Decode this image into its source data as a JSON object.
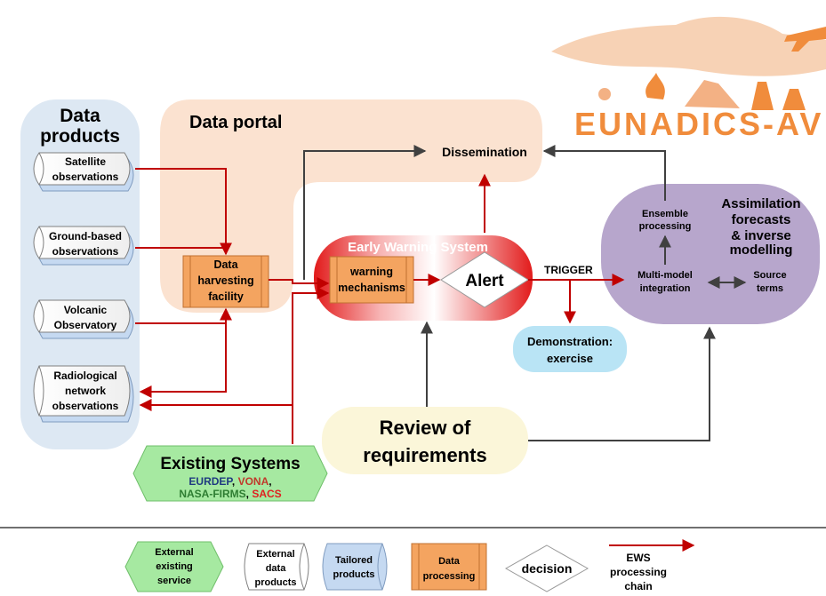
{
  "logo": {
    "text": "EUNADICS-AV"
  },
  "data_products": {
    "title_line1": "Data",
    "title_line2": "products",
    "items": [
      {
        "lines": [
          "Satellite",
          "observations"
        ]
      },
      {
        "lines": [
          "Ground-based",
          "observations"
        ]
      },
      {
        "lines": [
          "Volcanic",
          "Observatory"
        ]
      },
      {
        "lines": [
          "Radiological",
          "network",
          "observations"
        ]
      }
    ]
  },
  "data_portal": {
    "title": "Data portal",
    "dissemination": "Dissemination"
  },
  "harvesting": {
    "lines": [
      "Data",
      "harvesting",
      "facility"
    ]
  },
  "ews": {
    "title": "Early Warning System",
    "mechanisms_lines": [
      "warning",
      "mechanisms"
    ],
    "alert": "Alert",
    "trigger": "TRIGGER"
  },
  "assimilation": {
    "title_lines": [
      "Assimilation",
      "forecasts",
      "& inverse",
      "modelling"
    ],
    "ensemble_lines": [
      "Ensemble",
      "processing"
    ],
    "multimodel_lines": [
      "Multi-model",
      "integration"
    ],
    "source_lines": [
      "Source",
      "terms"
    ]
  },
  "demonstration": {
    "lines": [
      "Demonstration:",
      "exercise"
    ]
  },
  "review": {
    "lines": [
      "Review of",
      "requirements"
    ]
  },
  "existing": {
    "title": "Existing Systems",
    "systems": [
      {
        "name": "EURDEP",
        "color": "#1f3a80",
        "sep": ", "
      },
      {
        "name": "VONA",
        "color": "#c0392b",
        "sep": ","
      },
      {
        "name": "NASA-FIRMS",
        "color": "#2e7d32",
        "sep": ", "
      },
      {
        "name": "SACS",
        "color": "#e02020",
        "sep": ""
      }
    ]
  },
  "legend": {
    "external_service_lines": [
      "External",
      "existing",
      "service"
    ],
    "external_data_lines": [
      "External",
      "data",
      "products"
    ],
    "tailored_lines": [
      "Tailored",
      "products"
    ],
    "processing_lines": [
      "Data",
      "processing"
    ],
    "decision": "decision",
    "ews_chain_lines": [
      "EWS",
      "processing",
      "chain"
    ]
  },
  "colors": {
    "red_arrow": "#c00000",
    "grey_arrow": "#404040",
    "portal_bg": "#fbe2d0",
    "products_bg": "#dde8f3",
    "orange_box": "#f4a460",
    "assim_bg": "#b7a6cc",
    "demo_bg": "#b9e4f5",
    "review_bg": "#fbf6d9",
    "existing_bg": "#a6e9a1",
    "ews_red": "#e21b1b",
    "logo_color": "#f08c3c"
  }
}
